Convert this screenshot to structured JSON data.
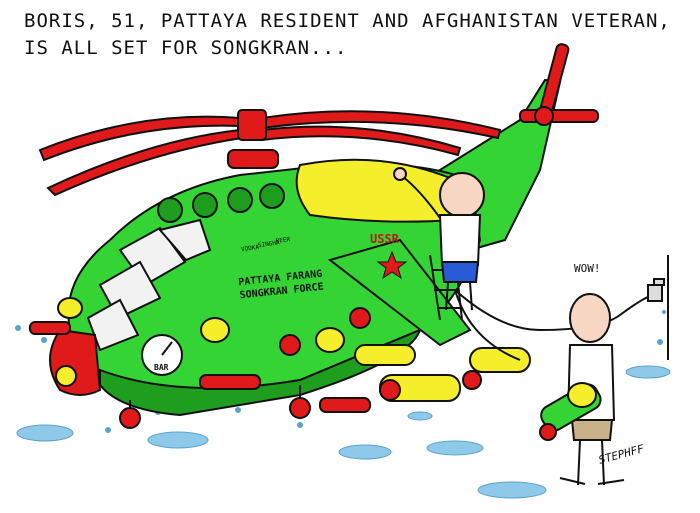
{
  "caption": {
    "line1": "BORIS, 51, PATTAYA RESIDENT AND AFGHANISTAN VETERAN,",
    "line2": "IS ALL SET FOR SONGKRAN..."
  },
  "helicopter": {
    "side_text": "PATTAYA FARANG SONGKRAN FORCE",
    "emblem_text": "USSR",
    "gauge_text": "BAR",
    "sign_labels": [
      "VODKA",
      "SINGHA",
      "BEER"
    ]
  },
  "speech": {
    "bystander": "WOW!"
  },
  "signature": "STEPHFF",
  "colors": {
    "body": "#35d435",
    "dark_green": "#1f9d1f",
    "yellow": "#f5ee2a",
    "red": "#e01a1a",
    "water": "#8ec9ea",
    "skin": "#f7d6c3"
  }
}
